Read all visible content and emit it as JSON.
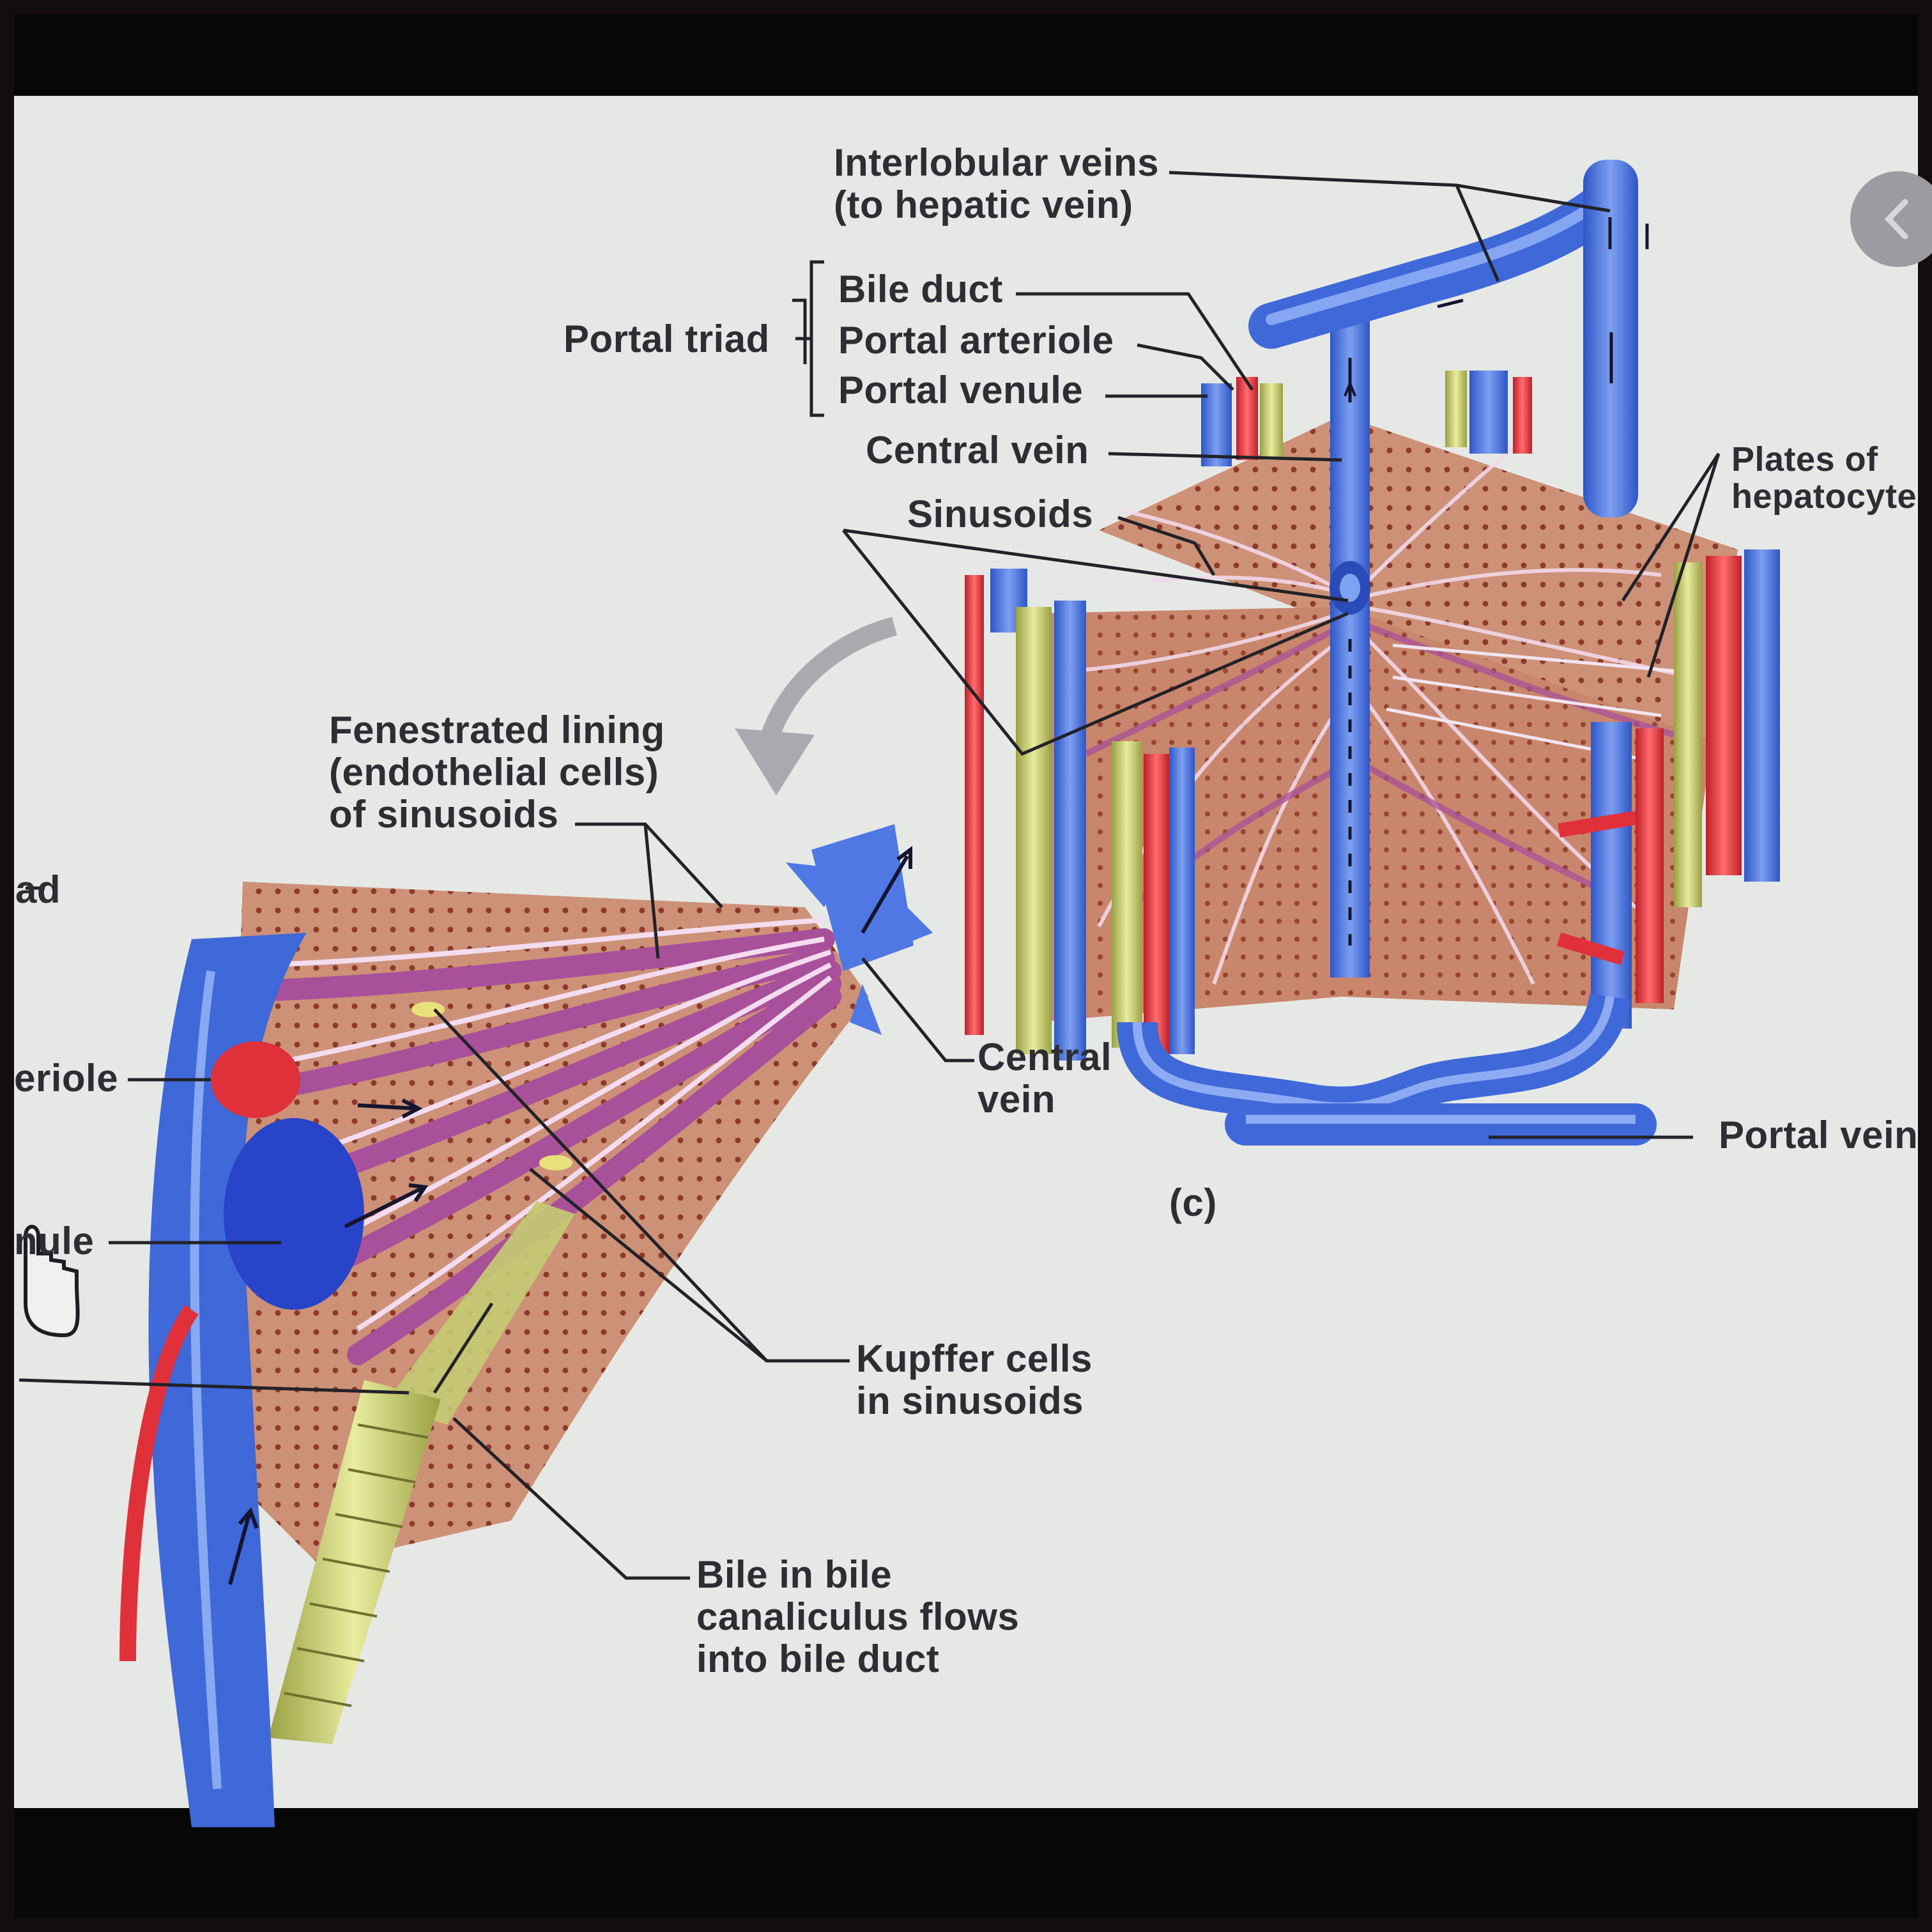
{
  "colors": {
    "vein": "#3f68d9",
    "vein_light": "#7fa0ea",
    "artery": "#e0303a",
    "bile": "#c4cb72",
    "hepatocyte": "#c98a72",
    "sinusoid": "#b5519a",
    "leader": "#222228",
    "background": "#e6e8e6"
  },
  "labels": {
    "interlobular": "Interlobular veins\n(to hepatic vein)",
    "portal_triad": "Portal triad",
    "bile_duct": "Bile duct",
    "portal_arteriole": "Portal arteriole",
    "portal_venule": "Portal venule",
    "central_vein_top": "Central vein",
    "sinusoids": "Sinusoids",
    "plates": "Plates of\nhepatocyte",
    "fenestrated": "Fenestrated lining\n(endothelial cells)\nof sinusoids",
    "central_vein_bottom": "Central\nvein",
    "portal_vein": "Portal vein",
    "panel_c": "(c)",
    "kupffer": "Kupffer cells\nin sinusoids",
    "bile_flow": "Bile in bile\ncanaliculus flows\ninto bile duct",
    "cut_ad": "ad",
    "cut_eriole": "eriole",
    "cut_nule": "nule"
  },
  "icons": {
    "nav": "chevron-left-icon",
    "cursor": "hand-cursor-icon"
  }
}
